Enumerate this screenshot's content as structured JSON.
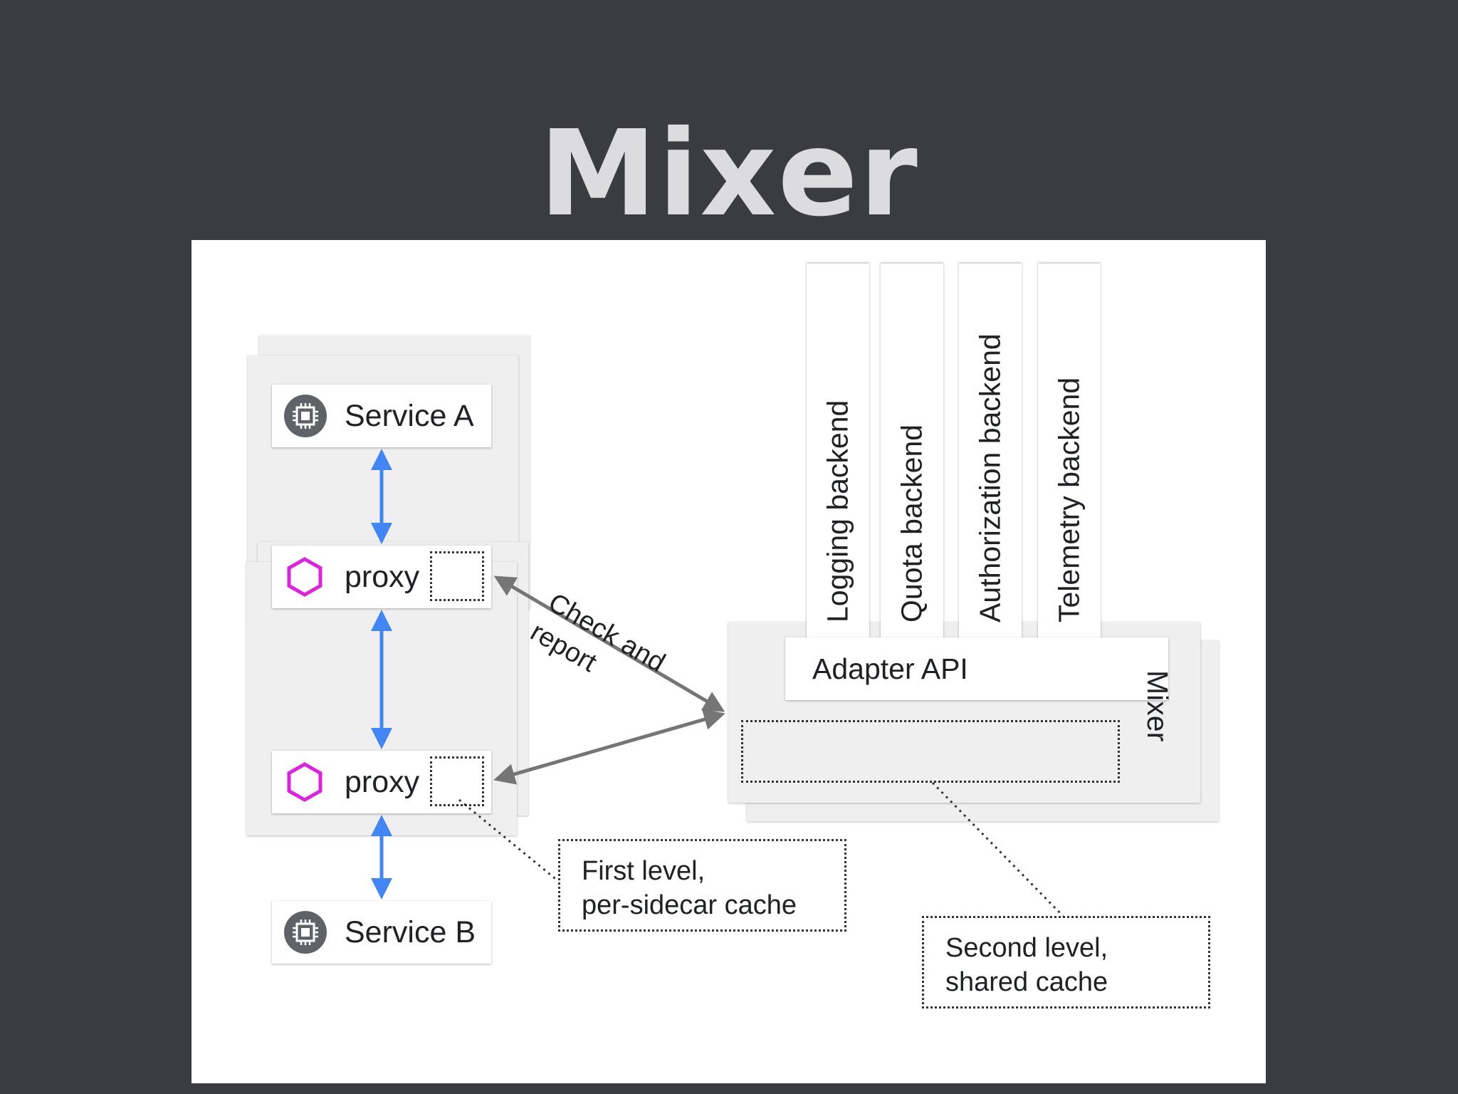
{
  "slide": {
    "title": "Mixer"
  },
  "services": {
    "service_a": {
      "label": "Service A",
      "icon": "chip-icon"
    },
    "proxy_a": {
      "label": "proxy",
      "icon": "hexagon-icon"
    },
    "proxy_b": {
      "label": "proxy",
      "icon": "hexagon-icon"
    },
    "service_b": {
      "label": "Service B",
      "icon": "chip-icon"
    }
  },
  "mixer": {
    "label": "Mixer",
    "adapter_api": "Adapter API",
    "backends": [
      {
        "label": "Logging backend"
      },
      {
        "label": "Quota backend"
      },
      {
        "label": "Authorization backend"
      },
      {
        "label": "Telemetry backend"
      }
    ]
  },
  "edges": {
    "check_report_line1": "Check and",
    "check_report_line2": "report"
  },
  "notes": {
    "first_level": {
      "line1": "First level,",
      "line2": "per-sidecar cache"
    },
    "second_level": {
      "line1": "Second level,",
      "line2": "shared cache"
    }
  },
  "colors": {
    "background": "#3b3c40",
    "blue_arrow": "#4285f4",
    "gray_arrow": "#757575",
    "proxy_hexagon": "#e020e0",
    "chip_circle": "#5f6368"
  }
}
